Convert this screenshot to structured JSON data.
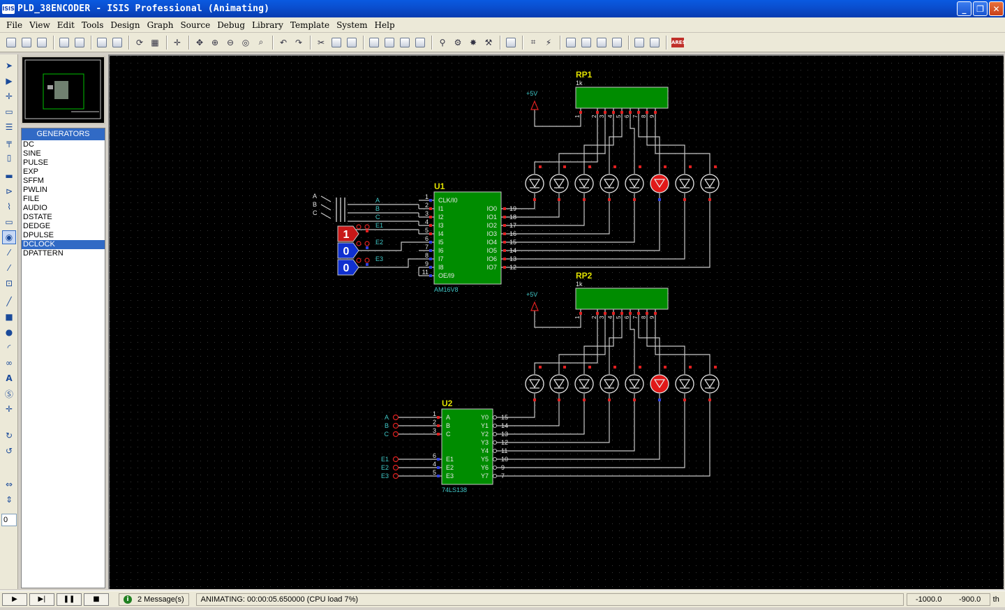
{
  "window": {
    "title": "PLD_38ENCODER - ISIS Professional (Animating)",
    "app_icon": "ISIS",
    "buttons": {
      "minimize": "_",
      "maximize": "❐",
      "close": "✕"
    }
  },
  "menu": [
    "File",
    "View",
    "Edit",
    "Tools",
    "Design",
    "Graph",
    "Source",
    "Debug",
    "Library",
    "Template",
    "System",
    "Help"
  ],
  "toolbar": {
    "ares_label": "ARES"
  },
  "mode_tools": {
    "rotation_value": "0"
  },
  "selector": {
    "header": "GENERATORS",
    "items": [
      "DC",
      "SINE",
      "PULSE",
      "EXP",
      "SFFM",
      "PWLIN",
      "FILE",
      "AUDIO",
      "DSTATE",
      "DEDGE",
      "DPULSE",
      "DCLOCK",
      "DPATTERN"
    ],
    "selected": "DCLOCK"
  },
  "schematic": {
    "u1": {
      "ref": "U1",
      "part": "AM16V8",
      "left_pins": [
        "CLK/I0",
        "I1",
        "I2",
        "I3",
        "I4",
        "I5",
        "I6",
        "I7",
        "I8",
        "OE/I9"
      ],
      "left_nums": [
        "1",
        "2",
        "3",
        "4",
        "5",
        "6",
        "7",
        "8",
        "9",
        "11"
      ],
      "right_pins": [
        "IO0",
        "IO1",
        "IO2",
        "IO3",
        "IO4",
        "IO5",
        "IO6",
        "IO7"
      ],
      "right_nums": [
        "19",
        "18",
        "17",
        "16",
        "15",
        "14",
        "13",
        "12"
      ]
    },
    "u2": {
      "ref": "U2",
      "part": "74LS138",
      "left_pins": [
        "A",
        "B",
        "C",
        "E1",
        "E2",
        "E3"
      ],
      "left_nums": [
        "1",
        "2",
        "3",
        "6",
        "4",
        "5"
      ],
      "right_pins": [
        "Y0",
        "Y1",
        "Y2",
        "Y3",
        "Y4",
        "Y5",
        "Y6",
        "Y7"
      ],
      "right_nums": [
        "15",
        "14",
        "13",
        "12",
        "11",
        "10",
        "9",
        "7"
      ]
    },
    "rp1": {
      "ref": "RP1",
      "value": "1k",
      "pins": [
        "1",
        "2",
        "3",
        "4",
        "5",
        "6",
        "7",
        "8",
        "9"
      ]
    },
    "rp2": {
      "ref": "RP2",
      "value": "1k",
      "pins": [
        "1",
        "2",
        "3",
        "4",
        "5",
        "6",
        "7",
        "8",
        "9"
      ]
    },
    "power_label": "+5V",
    "u1_net_labels": [
      "A",
      "B",
      "C",
      "E1",
      "E2",
      "E3"
    ],
    "u2_net_labels": [
      "A",
      "B",
      "C",
      "E1",
      "E2",
      "E3"
    ],
    "switch_labels": [
      "A",
      "B",
      "C"
    ],
    "logic_states": [
      "1",
      "0",
      "0"
    ],
    "leds_row1_lit": [
      false,
      false,
      false,
      false,
      false,
      true,
      false,
      false
    ],
    "leds_row2_lit": [
      false,
      false,
      false,
      false,
      false,
      true,
      false,
      false
    ],
    "colors": {
      "canvas": "#000000",
      "wire": "#c8c8c8",
      "part_fill": "#008c00",
      "label": "#e0e000",
      "pin_text": "#40c8c8",
      "logic_high": "#c81818",
      "logic_low": "#1030d0",
      "led_on": "#e01818"
    }
  },
  "status": {
    "messages": "2 Message(s)",
    "animation": "ANIMATING: 00:00:05.650000 (CPU load 7%)",
    "x": "-1000.0",
    "y": "-900.0",
    "units": "th"
  },
  "sim_controls": [
    "play",
    "step",
    "pause",
    "stop"
  ]
}
